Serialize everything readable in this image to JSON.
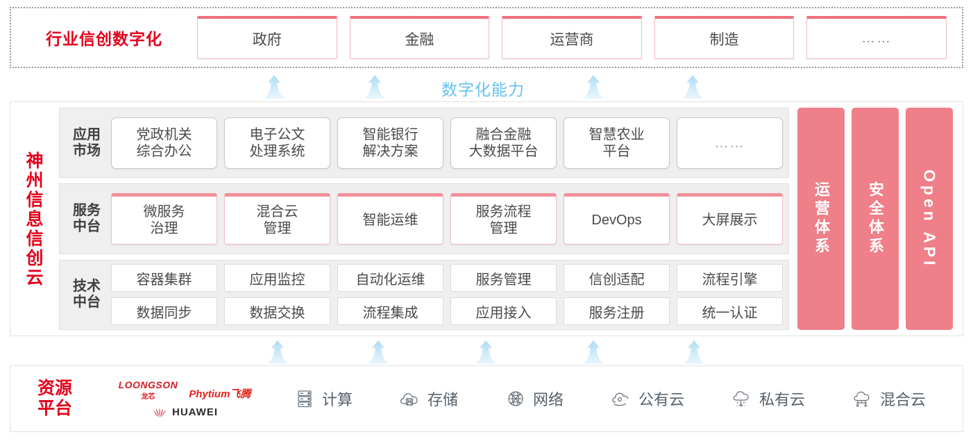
{
  "top_band": {
    "title": "行业信创数字化",
    "industries": [
      {
        "label": "政府"
      },
      {
        "label": "金融"
      },
      {
        "label": "运营商"
      },
      {
        "label": "制造"
      },
      {
        "label": "……"
      }
    ]
  },
  "capability_label": "数字化能力",
  "platform": {
    "title_chars": [
      "神",
      "州",
      "信",
      "息",
      "信",
      "创",
      "云"
    ],
    "layers": [
      {
        "label": "应用\n市场",
        "label_line1": "应用",
        "label_line2": "市场",
        "cells": [
          "党政机关\n综合办公",
          "电子公文\n处理系统",
          "智能银行\n解决方案",
          "融合金融\n大数据平台",
          "智慧农业\n平台",
          "……"
        ]
      },
      {
        "label_line1": "服务",
        "label_line2": "中台",
        "cells": [
          "微服务\n治理",
          "混合云\n管理",
          "智能运维",
          "服务流程\n管理",
          "DevOps",
          "大屏展示"
        ]
      },
      {
        "label_line1": "技术",
        "label_line2": "中台",
        "row1": [
          "容器集群",
          "应用监控",
          "自动化运维",
          "服务管理",
          "信创适配",
          "流程引擎"
        ],
        "row2": [
          "数据同步",
          "数据交换",
          "流程集成",
          "应用接入",
          "服务注册",
          "统一认证"
        ]
      }
    ],
    "side_bars": [
      {
        "label": "运营体系",
        "type": "cn"
      },
      {
        "label": "安全体系",
        "type": "cn"
      },
      {
        "label": "Open API",
        "type": "en"
      }
    ]
  },
  "resource": {
    "title_line1": "资源",
    "title_line2": "平台",
    "vendors": [
      {
        "name_en": "LOONGSON",
        "name_cn": "龙芯"
      },
      {
        "name": "Phytium飞腾"
      },
      {
        "name": "HUAWEI"
      }
    ],
    "items": [
      {
        "label": "计算",
        "icon": "server-icon"
      },
      {
        "label": "存储",
        "icon": "storage-cloud-icon"
      },
      {
        "label": "网络",
        "icon": "network-globe-icon"
      },
      {
        "label": "公有云",
        "icon": "public-cloud-icon"
      },
      {
        "label": "私有云",
        "icon": "private-cloud-icon"
      },
      {
        "label": "混合云",
        "icon": "hybrid-cloud-icon"
      }
    ]
  },
  "colors": {
    "brand_red": "#e3001b",
    "accent_pink": "#ef7f88",
    "capability_blue": "#64c3f0",
    "layer_bg": "#efefef"
  },
  "arrows": {
    "top_positions": [
      395,
      540,
      855,
      998
    ],
    "bottom_positions": [
      400,
      545,
      700,
      855,
      1000
    ]
  }
}
